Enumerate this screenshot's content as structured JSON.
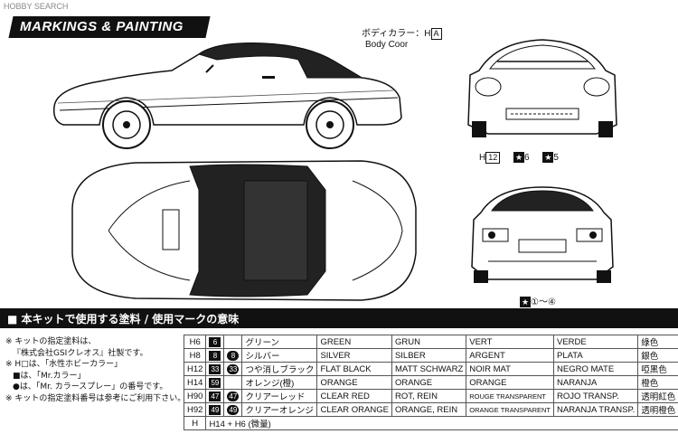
{
  "watermark": "HOBBY SEARCH",
  "banner": "MARKINGS & PAINTING",
  "callouts": {
    "body_color_jp": "ボディカラー：H",
    "body_color_code": "A",
    "body_color_en": "Body Coor",
    "front_h": "H",
    "front_h_num": "12",
    "front_star1": "6",
    "front_star2": "5",
    "rear_star": "①～④"
  },
  "section_title": "■ 本キットで使用する塗料 / 使用マークの意味",
  "notes": [
    "※ キットの指定塗料は、",
    "『株式会社GSIクレオス』社製です。",
    "※ H□は、「水性ホビーカラー」",
    "■は、「Mr.カラー」",
    "●は、「Mr. カラースプレー」の番号です。",
    "※ キットの指定塗料番号は参考にご利用下さい。"
  ],
  "paint_table": [
    {
      "h": "H6",
      "sq": "6",
      "ci": "",
      "jp": "グリーン",
      "en": "GREEN",
      "de": "GRUN",
      "fr": "VERT",
      "es": "VERDE",
      "cn": "綠色"
    },
    {
      "h": "H8",
      "sq": "8",
      "ci": "8",
      "jp": "シルバー",
      "en": "SILVER",
      "de": "SILBER",
      "fr": "ARGENT",
      "es": "PLATA",
      "cn": "銀色"
    },
    {
      "h": "H12",
      "sq": "33",
      "ci": "33",
      "jp": "つや消しブラック",
      "en": "FLAT BLACK",
      "de": "MATT SCHWARZ",
      "fr": "NOIR MAT",
      "es": "NEGRO MATE",
      "cn": "啞黑色"
    },
    {
      "h": "H14",
      "sq": "59",
      "ci": "",
      "jp": "オレンジ(橙)",
      "en": "ORANGE",
      "de": "ORANGE",
      "fr": "ORANGE",
      "es": "NARANJA",
      "cn": "橙色"
    },
    {
      "h": "H90",
      "sq": "47",
      "ci": "47",
      "jp": "クリアーレッド",
      "en": "CLEAR RED",
      "de": "ROT, REIN",
      "fr": "ROUGE TRANSPARENT",
      "es": "ROJO TRANSP.",
      "cn": "透明紅色"
    },
    {
      "h": "H92",
      "sq": "49",
      "ci": "49",
      "jp": "クリアーオレンジ",
      "en": "CLEAR ORANGE",
      "de": "ORANGE, REIN",
      "fr": "ORANGE TRANSPARENT",
      "es": "NARANJA TRANSP.",
      "cn": "透明橙色"
    }
  ],
  "mix_row": {
    "h": "H",
    "text": "H14 + H6 (微量)"
  }
}
